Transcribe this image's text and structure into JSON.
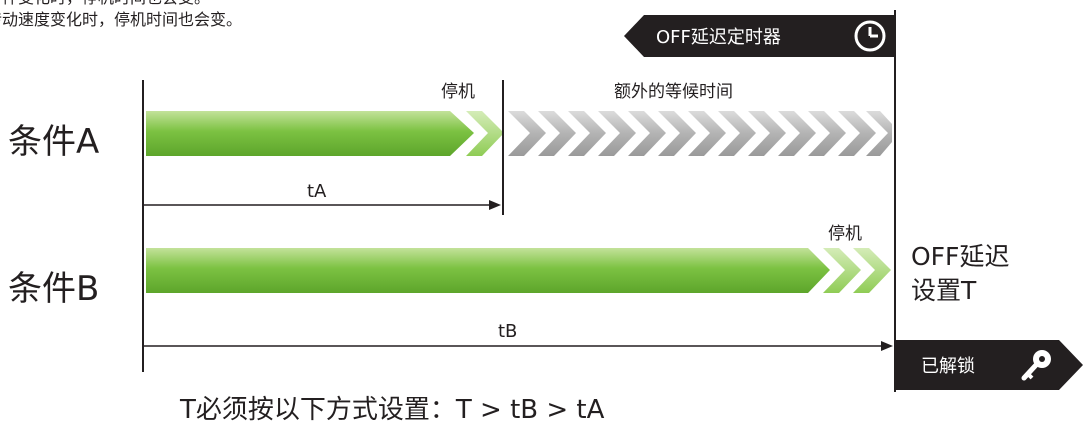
{
  "notes": {
    "line1": "条件变化时，停机时间也会变。",
    "line2": "传动速度变化时，停机时间也会变。"
  },
  "timer_badge": {
    "label": "OFF延迟定时器",
    "icon": "clock-icon"
  },
  "unlock_badge": {
    "label": "已解锁",
    "icon": "key-icon"
  },
  "condition_a": {
    "label": "条件A",
    "stop_label": "停机",
    "extra_label": "额外的等候时间",
    "time_label": "tA"
  },
  "condition_b": {
    "label": "条件B",
    "stop_label": "停机",
    "time_label": "tB"
  },
  "setting_label": {
    "line1": "OFF延迟",
    "line2": "设置T"
  },
  "rule": "T必须按以下方式设置：T > tB > tA",
  "colors": {
    "green_bar": "#7cc242",
    "gray_chevrons": "#b3b3b3",
    "dark": "#231f20"
  }
}
